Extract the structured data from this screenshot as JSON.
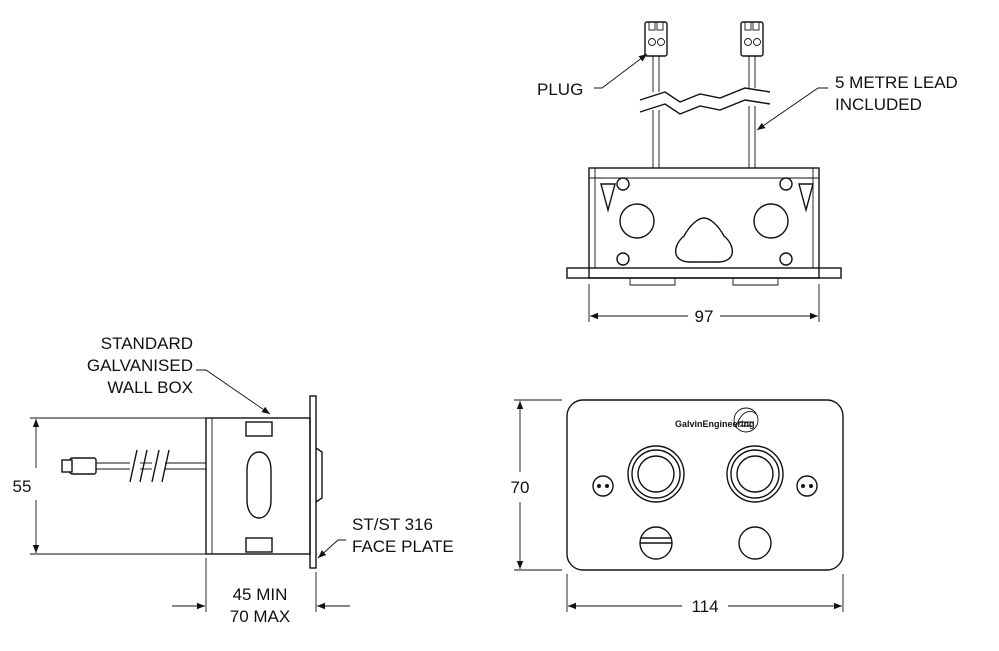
{
  "labels": {
    "plug": "PLUG",
    "lead_line1": "5 METRE LEAD",
    "lead_line2": "INCLUDED",
    "wallbox_line1": "STANDARD",
    "wallbox_line2": "GALVANISED",
    "wallbox_line3": "WALL BOX",
    "faceplate_line1": "ST/ST 316",
    "faceplate_line2": "FACE PLATE",
    "logo_text": "GalvinEngineering"
  },
  "dimensions": {
    "box_width": "97",
    "side_height": "55",
    "depth_line1": "45 MIN",
    "depth_line2": "70 MAX",
    "plate_height": "70",
    "plate_width": "114"
  },
  "colors": {
    "line": "#111111",
    "background": "#ffffff"
  }
}
